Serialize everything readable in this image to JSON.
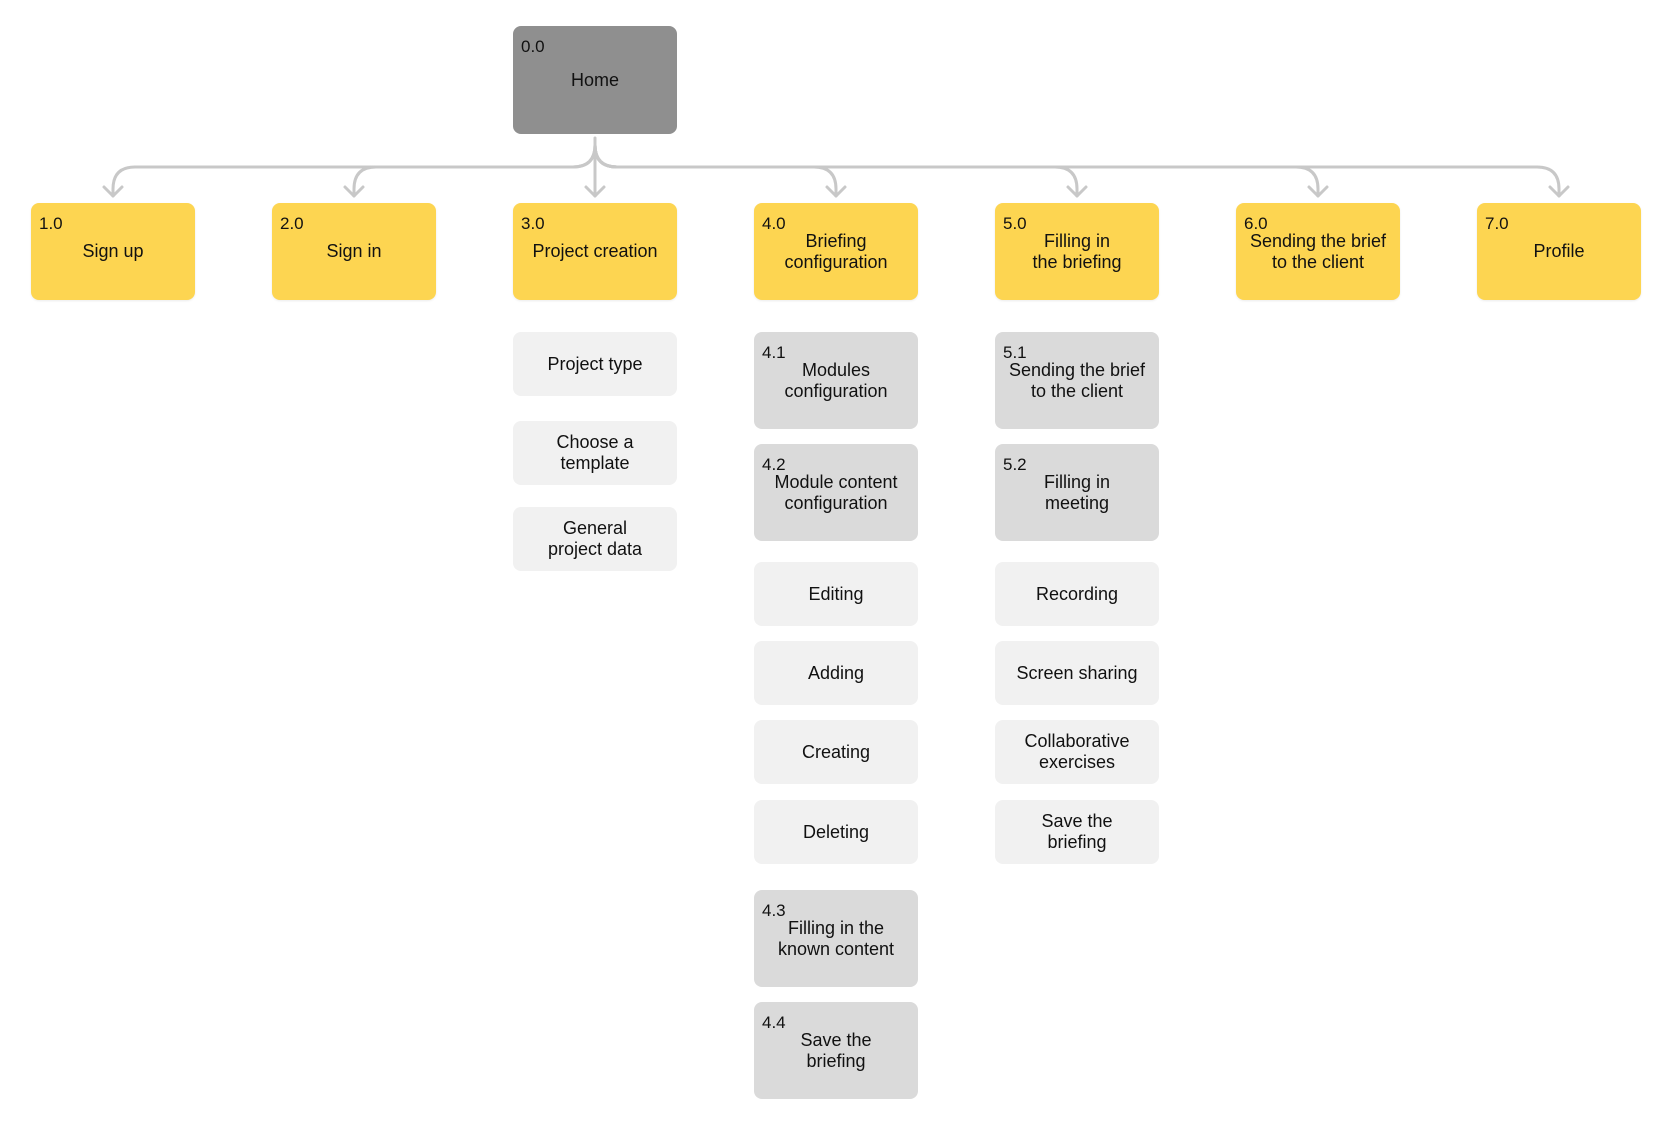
{
  "root": {
    "number": "0.0",
    "label": "Home"
  },
  "sections": [
    {
      "number": "1.0",
      "label": "Sign up",
      "children": []
    },
    {
      "number": "2.0",
      "label": "Sign in",
      "children": []
    },
    {
      "number": "3.0",
      "label": "Project creation",
      "children": [
        {
          "kind": "leaf",
          "label": "Project type"
        },
        {
          "kind": "leaf",
          "label": "Choose a\ntemplate"
        },
        {
          "kind": "leaf",
          "label": "General\nproject data"
        }
      ]
    },
    {
      "number": "4.0",
      "label": "Briefing\nconfiguration",
      "children": [
        {
          "kind": "sub",
          "number": "4.1",
          "label": "Modules\nconfiguration"
        },
        {
          "kind": "sub",
          "number": "4.2",
          "label": "Module content\nconfiguration"
        },
        {
          "kind": "leaf",
          "label": "Editing"
        },
        {
          "kind": "leaf",
          "label": "Adding"
        },
        {
          "kind": "leaf",
          "label": "Creating"
        },
        {
          "kind": "leaf",
          "label": "Deleting"
        },
        {
          "kind": "sub",
          "number": "4.3",
          "label": "Filling in the\nknown content"
        },
        {
          "kind": "sub",
          "number": "4.4",
          "label": "Save the\nbriefing"
        }
      ]
    },
    {
      "number": "5.0",
      "label": "Filling in\nthe briefing",
      "children": [
        {
          "kind": "sub",
          "number": "5.1",
          "label": "Sending the brief\nto the client"
        },
        {
          "kind": "sub",
          "number": "5.2",
          "label": "Filling in\nmeeting"
        },
        {
          "kind": "leaf",
          "label": "Recording"
        },
        {
          "kind": "leaf",
          "label": "Screen sharing"
        },
        {
          "kind": "leaf",
          "label": "Collaborative\nexercises"
        },
        {
          "kind": "leaf",
          "label": "Save the\nbriefing"
        }
      ]
    },
    {
      "number": "6.0",
      "label": "Sending the brief\nto the client",
      "children": []
    },
    {
      "number": "7.0",
      "label": "Profile",
      "children": []
    }
  ],
  "colors": {
    "root": "#8f8f8f",
    "section": "#fdd551",
    "subsection": "#dadada",
    "leaf": "#f1f1f1",
    "connector": "#c8c8c8"
  }
}
